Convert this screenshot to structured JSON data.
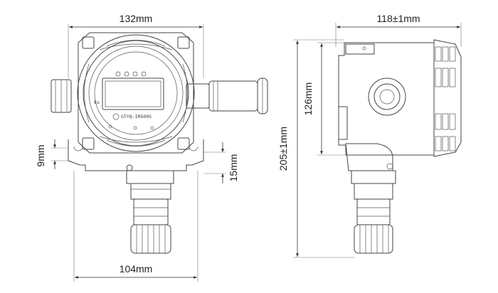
{
  "dimensions": {
    "front_width": "132mm",
    "front_base_width": "104mm",
    "front_flange_left": "9mm",
    "front_flange_right": "15mm",
    "side_depth": "118±1mm",
    "side_height_total": "205±1mm",
    "side_height_body": "126mm"
  },
  "device": {
    "model_label": "GTYQ-IR500S",
    "ex_mark": "Ex"
  }
}
